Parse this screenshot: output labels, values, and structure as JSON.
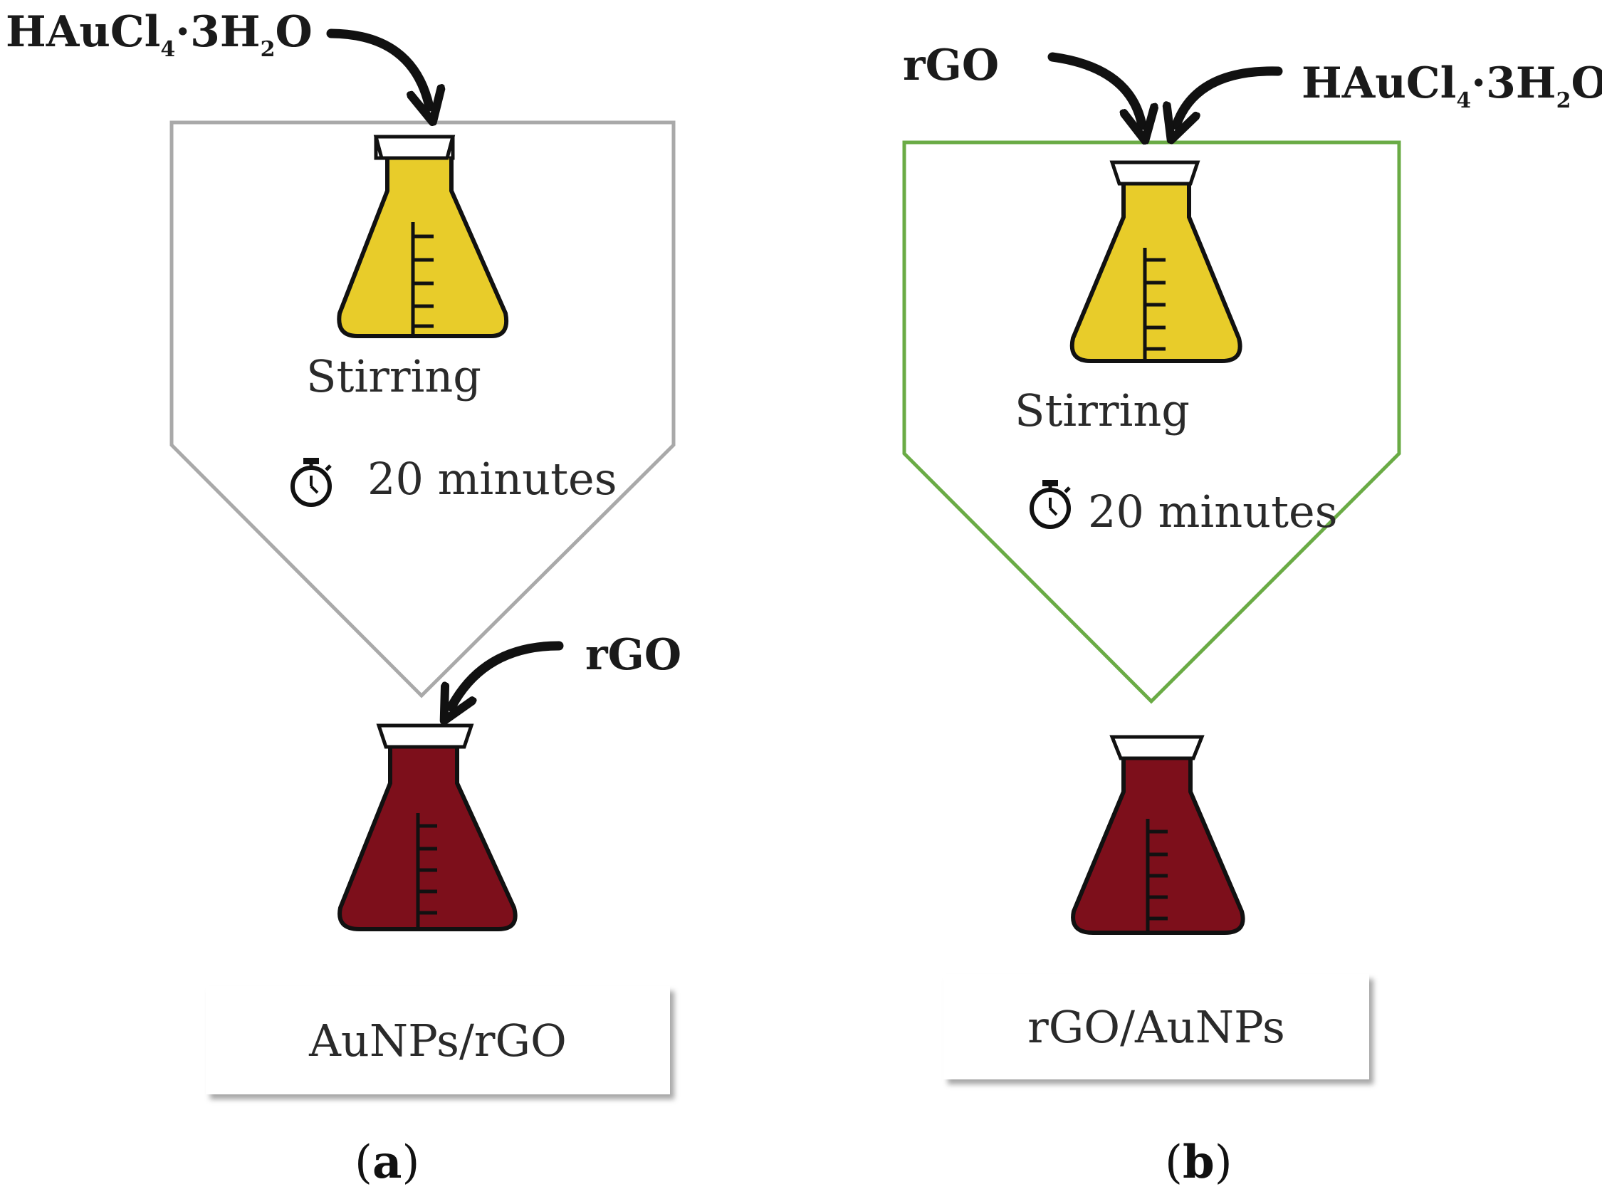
{
  "panel_a": {
    "label_letter": "a",
    "reagent_top": {
      "base": "HAuCl",
      "sub1": "4",
      "mid": "·3H",
      "sub2": "2",
      "end": "O"
    },
    "reagent_later": "rGO",
    "step_label": "Stirring",
    "time_label": "20 minutes",
    "product": "AuNPs/rGO",
    "funnel_color": "#a9a9a9"
  },
  "panel_b": {
    "label_letter": "b",
    "reagent_left": "rGO",
    "reagent_right": {
      "base": "HAuCl",
      "sub1": "4",
      "mid": "·3H",
      "sub2": "2",
      "end": "O"
    },
    "step_label": "Stirring",
    "time_label": "20 minutes",
    "product": "rGO/AuNPs",
    "funnel_color": "#6aab45"
  },
  "colors": {
    "gold_solution": "#e8cc2a",
    "aunp_solution": "#7d0f1b",
    "outline": "#111111"
  },
  "icons": [
    "conical-flask-icon",
    "stopwatch-icon",
    "curved-arrow-icon"
  ]
}
